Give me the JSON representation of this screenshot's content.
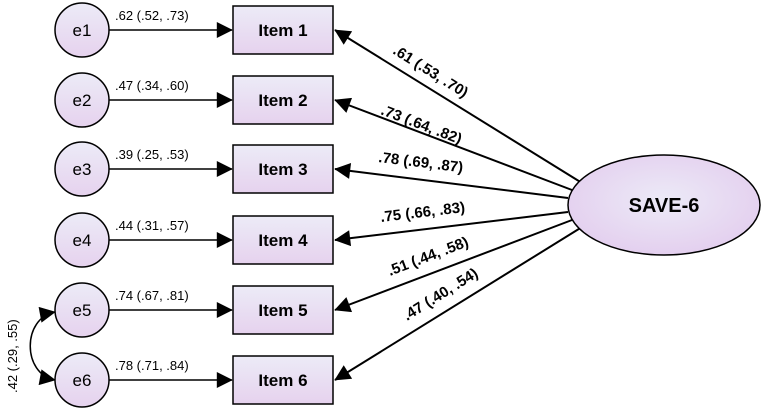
{
  "latent": {
    "label": "SAVE-6"
  },
  "errors": [
    "e1",
    "e2",
    "e3",
    "e4",
    "e5",
    "e6"
  ],
  "items": [
    "Item 1",
    "Item 2",
    "Item 3",
    "Item 4",
    "Item 5",
    "Item 6"
  ],
  "error_paths": [
    ".62 (.52, .73)",
    ".47 (.34, .60)",
    ".39 (.25, .53)",
    ".44 (.31, .57)",
    ".74 (.67, .81)",
    ".78 (.71, .84)"
  ],
  "loadings": [
    ".61 (.53, .70)",
    ".73 (.64, .82)",
    ".78 (.69, .87)",
    ".75 (.66, .83)",
    ".51 (.44, .58)",
    ".47 (.40, .54)"
  ],
  "covariance": ".42 (.29, .55)",
  "colors": {
    "node_fill_top": "#eae9f6",
    "node_fill_bottom": "#e7d3ee",
    "stroke": "#000000"
  }
}
